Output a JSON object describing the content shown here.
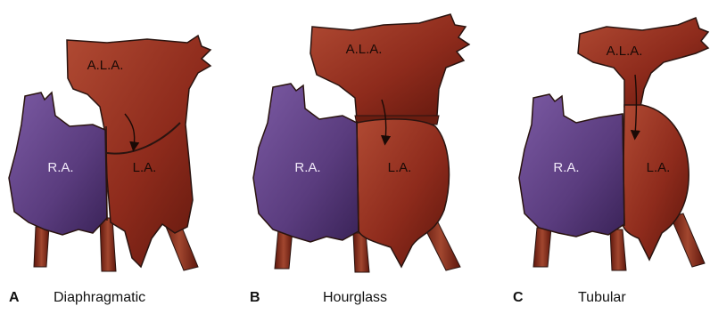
{
  "panels": [
    {
      "letter": "A",
      "caption": "Diaphragmatic",
      "labels": {
        "ala": "A.L.A.",
        "ra": "R.A.",
        "la": "L.A."
      }
    },
    {
      "letter": "B",
      "caption": "Hourglass",
      "labels": {
        "ala": "A.L.A.",
        "ra": "R.A.",
        "la": "L.A."
      }
    },
    {
      "letter": "C",
      "caption": "Tubular",
      "labels": {
        "ala": "A.L.A.",
        "ra": "R.A.",
        "la": "L.A."
      }
    }
  ],
  "colors": {
    "left_atrium": "#8e2b1c",
    "left_atrium_dark": "#5e160c",
    "right_atrium": "#5a3c7e",
    "right_atrium_dark": "#3a2358",
    "outline": "#2a1410",
    "vessel": "#7a2a1a"
  }
}
